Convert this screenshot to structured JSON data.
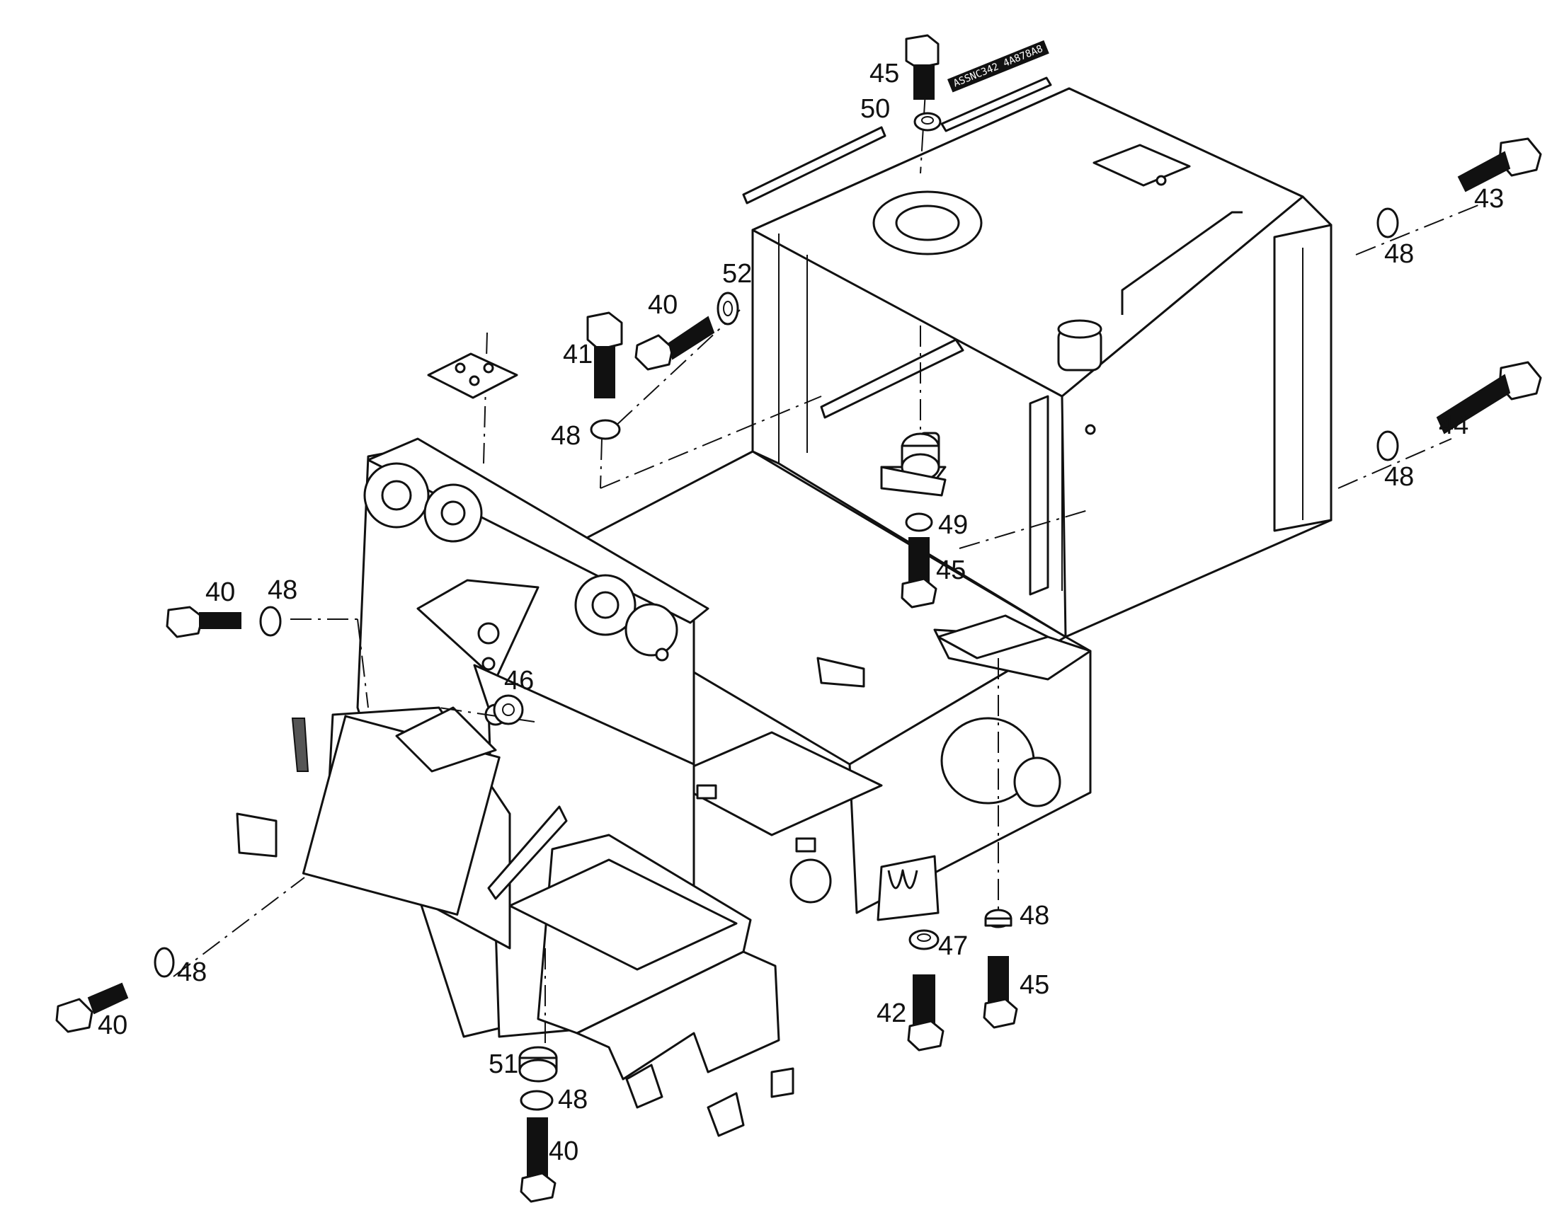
{
  "diagram": {
    "stamp_text": "ASSNC342 4A878A8",
    "callouts": {
      "c40_top": "40",
      "c41": "41",
      "c48_a": "48",
      "c52": "52",
      "c45_top": "45",
      "c50": "50",
      "c43": "43",
      "c48_b": "48",
      "c44": "44",
      "c48_c": "48",
      "c49": "49",
      "c45_mid": "45",
      "c40_left": "40",
      "c48_left": "48",
      "c46": "46",
      "c48_low": "48",
      "c40_low": "40",
      "c51": "51",
      "c48_bot": "48",
      "c40_bot": "40",
      "c47": "47",
      "c42": "42",
      "c48_r": "48",
      "c45_r": "45"
    }
  }
}
